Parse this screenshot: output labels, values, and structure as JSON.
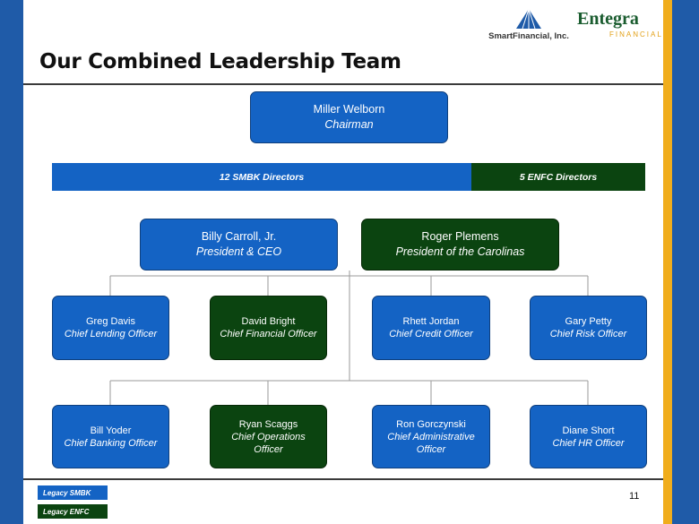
{
  "header": {
    "logo_smart_text": "SmartFinancial, Inc.",
    "logo_integra_name": "Entegra",
    "logo_integra_sub": "FINANCIAL"
  },
  "title": "Our Combined Leadership Team",
  "chairman": {
    "name": "Miller Welborn",
    "role": "Chairman"
  },
  "directors": {
    "smbk": "12 SMBK Directors",
    "enfc": "5 ENFC Directors"
  },
  "executives": [
    {
      "name": "Billy Carroll, Jr.",
      "role": "President & CEO",
      "legacy": "SMBK"
    },
    {
      "name": "Roger Plemens",
      "role": "President of the Carolinas",
      "legacy": "ENFC"
    }
  ],
  "officers_row1": [
    {
      "name": "Greg Davis",
      "role": "Chief Lending Officer",
      "legacy": "SMBK"
    },
    {
      "name": "David Bright",
      "role": "Chief Financial Officer",
      "legacy": "ENFC"
    },
    {
      "name": "Rhett Jordan",
      "role": "Chief Credit Officer",
      "legacy": "SMBK"
    },
    {
      "name": "Gary Petty",
      "role": "Chief Risk Officer",
      "legacy": "SMBK"
    }
  ],
  "officers_row2": [
    {
      "name": "Bill Yoder",
      "role": "Chief Banking Officer",
      "legacy": "SMBK"
    },
    {
      "name": "Ryan Scaggs",
      "role": "Chief Operations Officer",
      "legacy": "ENFC"
    },
    {
      "name": "Ron Gorczynski",
      "role": "Chief Administrative Officer",
      "legacy": "SMBK"
    },
    {
      "name": "Diane Short",
      "role": "Chief HR Officer",
      "legacy": "SMBK"
    }
  ],
  "legend": {
    "smbk": "Legacy SMBK",
    "enfc": "Legacy ENFC"
  },
  "page_number": "11",
  "colors": {
    "smbk_blue": "#1463c4",
    "enfc_green": "#0b4410",
    "accent_gold": "#f0ad1c",
    "frame_blue": "#1f5ba8"
  }
}
